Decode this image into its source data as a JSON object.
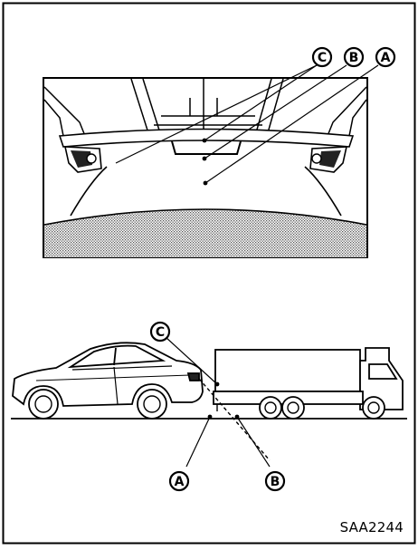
{
  "callouts": {
    "a": "A",
    "b": "B",
    "c": "C"
  },
  "reference_code": "SAA2244"
}
